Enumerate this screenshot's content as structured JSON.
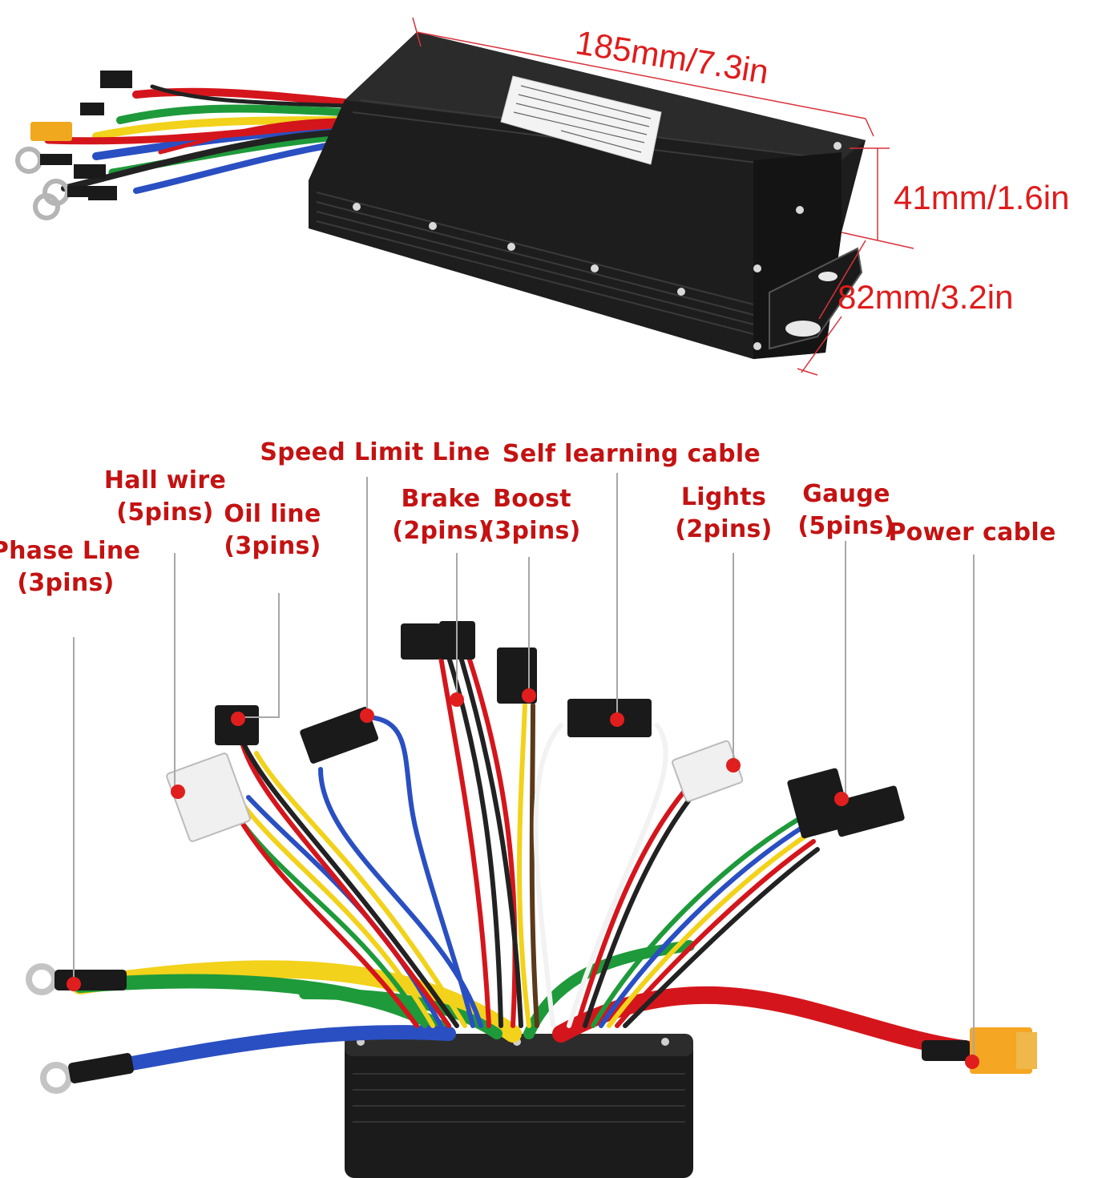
{
  "dimensions": {
    "length": "185mm/7.3in",
    "height": "41mm/1.6in",
    "width": "82mm/3.2in"
  },
  "callouts": [
    {
      "id": "phase",
      "line1": "Phase Line",
      "line2": "(3pins)"
    },
    {
      "id": "hall",
      "line1": "Hall wire",
      "line2": "(5pins)"
    },
    {
      "id": "oil",
      "line1": "Oil line",
      "line2": "(3pins)"
    },
    {
      "id": "speed",
      "line1": "Speed Limit Line",
      "line2": ""
    },
    {
      "id": "brake",
      "line1": "Brake",
      "line2": "(2pins)"
    },
    {
      "id": "boost",
      "line1": "Boost",
      "line2": "(3pins)"
    },
    {
      "id": "selflearn",
      "line1": "Self learning cable",
      "line2": ""
    },
    {
      "id": "lights",
      "line1": "Lights",
      "line2": "(2pins)"
    },
    {
      "id": "gauge",
      "line1": "Gauge",
      "line2": "(5pins)"
    },
    {
      "id": "power",
      "line1": "Power cable",
      "line2": ""
    }
  ],
  "colors": {
    "label_red": "#c41212",
    "dim_red": "#e01b1b",
    "housing": "#1b1b1b",
    "wire_red": "#d4161c",
    "wire_yellow": "#f2d21a",
    "wire_green": "#1e9a3a",
    "wire_blue": "#2a4fc2",
    "wire_black": "#222222",
    "wire_white": "#f2f2f2",
    "connector_orange": "#f5a623"
  }
}
